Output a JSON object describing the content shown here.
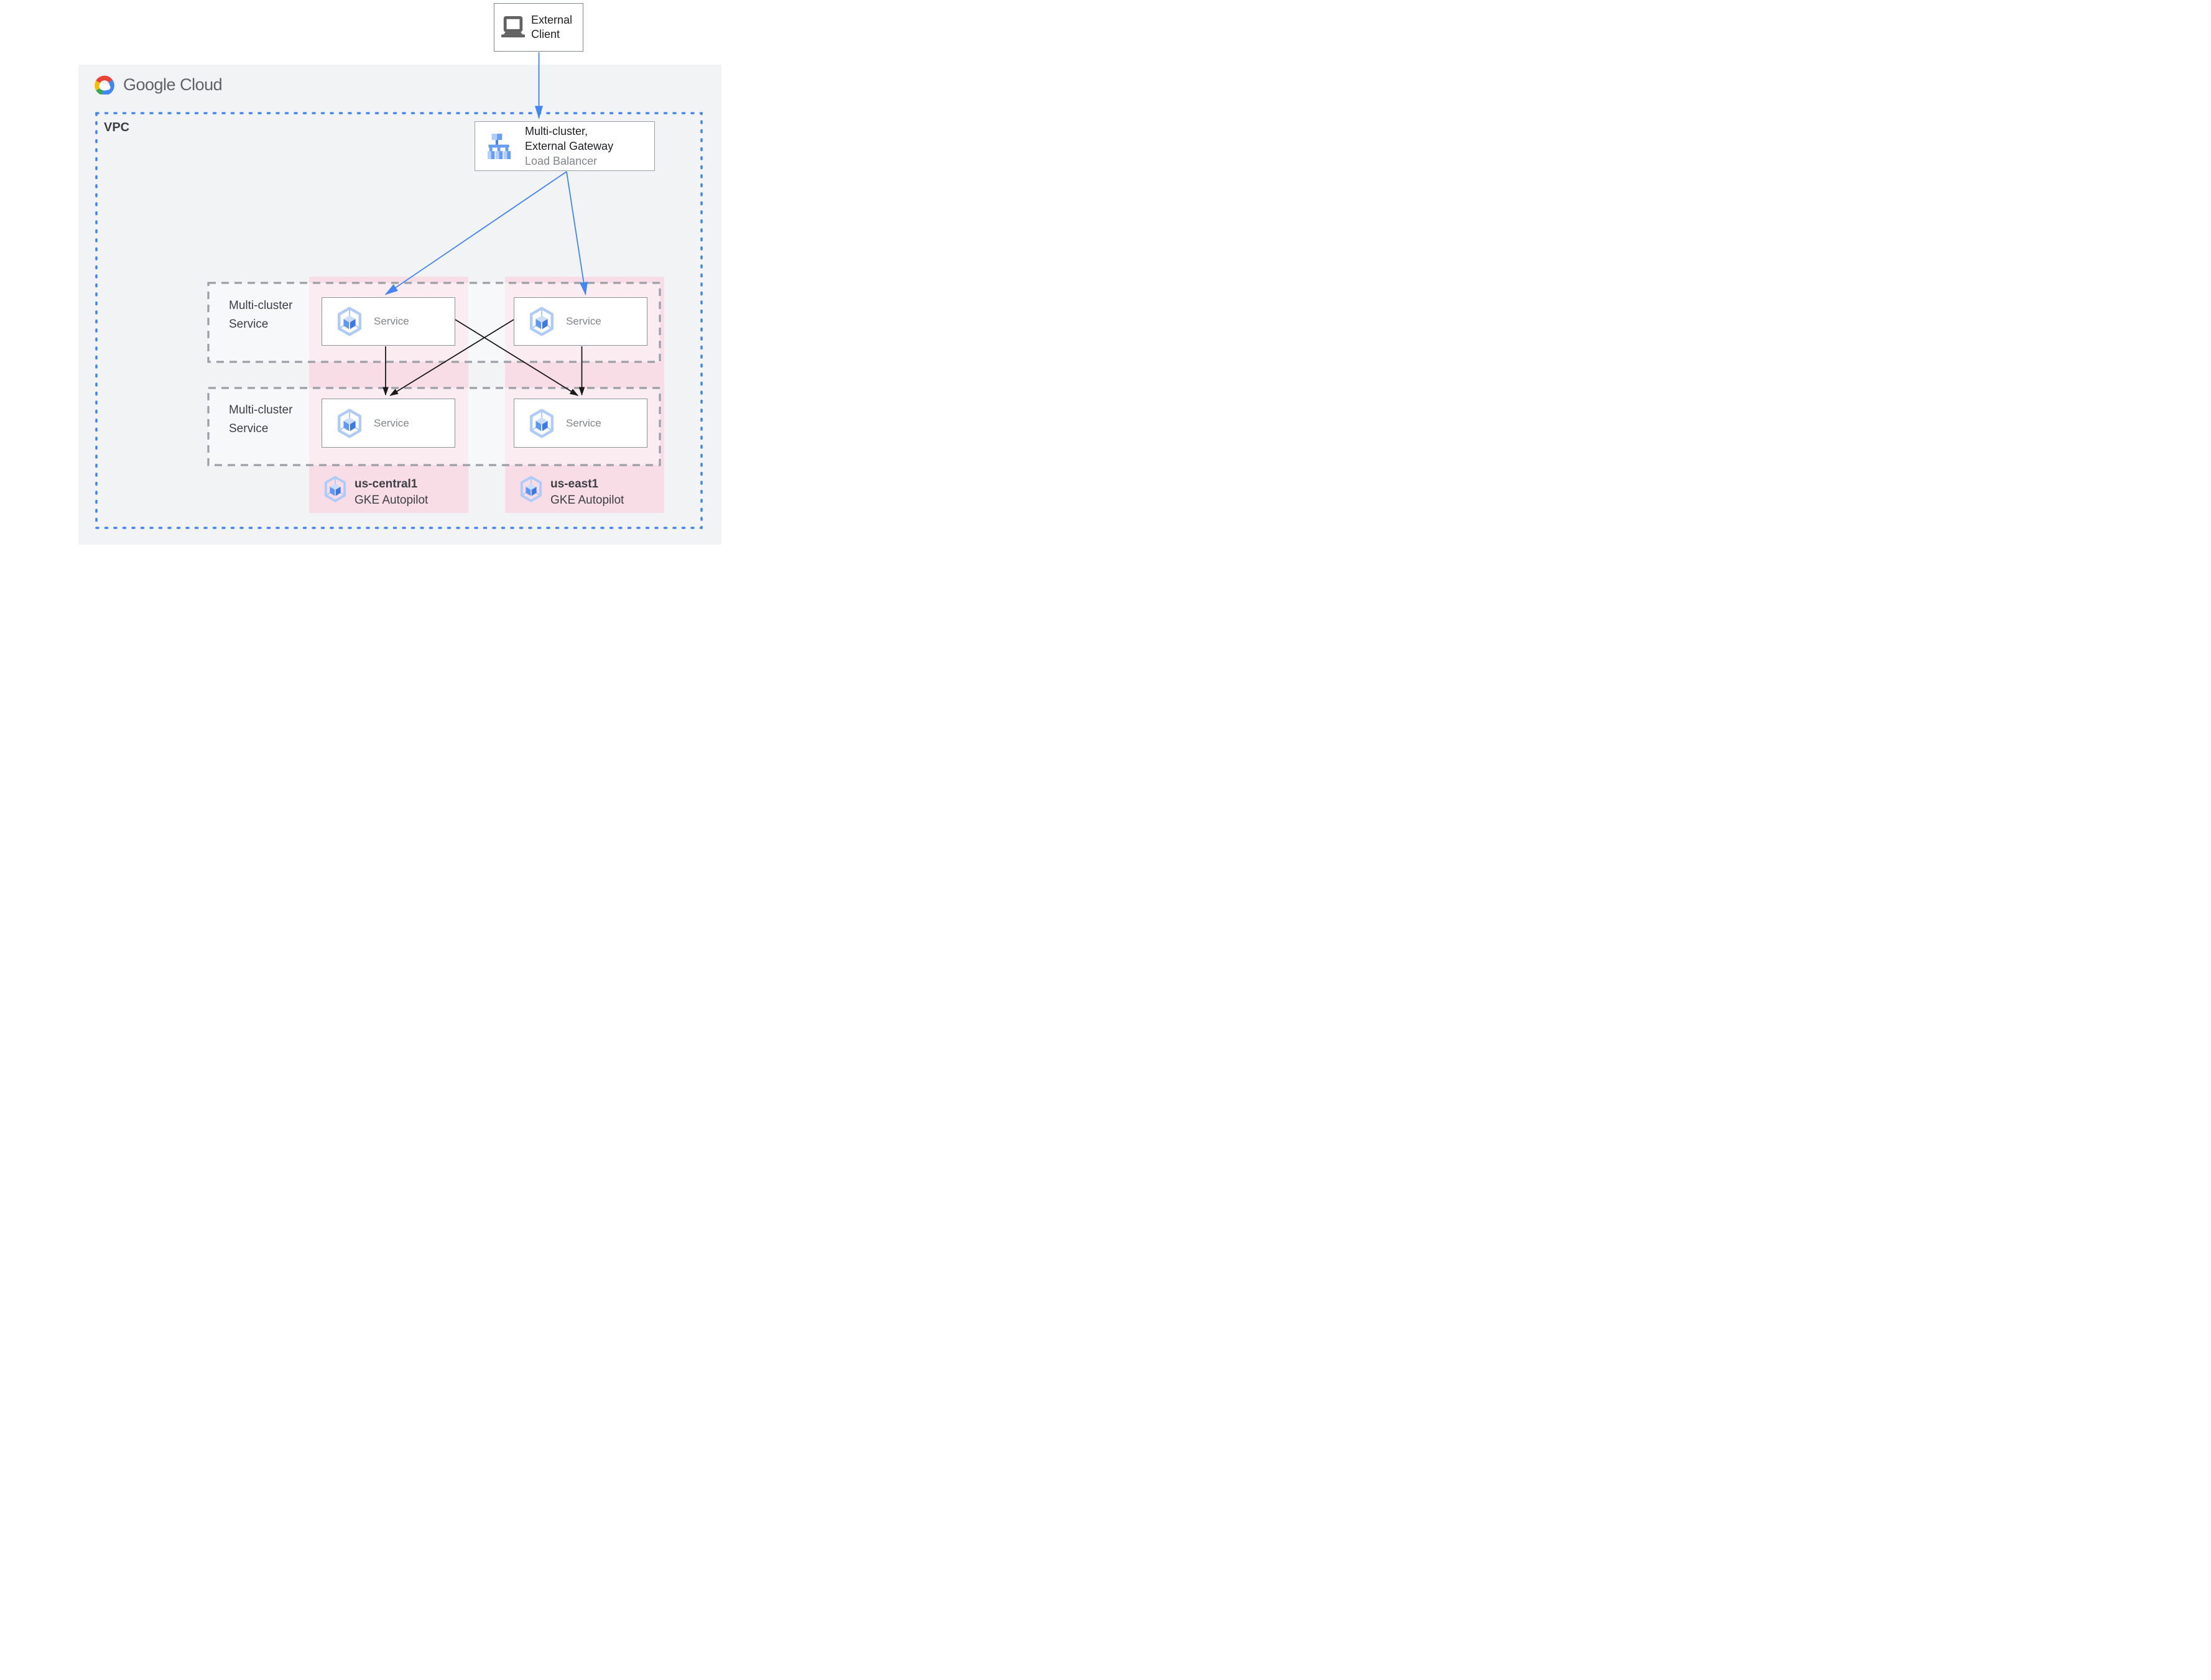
{
  "logo": {
    "text": "Google Cloud"
  },
  "external_client": {
    "label": "External Client"
  },
  "vpc": {
    "label": "VPC"
  },
  "gateway": {
    "title_line1": "Multi-cluster,",
    "title_line2": "External Gateway",
    "subtitle": "Load Balancer"
  },
  "rows": [
    {
      "label": "Multi-cluster Service"
    },
    {
      "label": "Multi-cluster Service"
    }
  ],
  "services": [
    {
      "label": "Service"
    },
    {
      "label": "Service"
    },
    {
      "label": "Service"
    },
    {
      "label": "Service"
    }
  ],
  "regions": [
    {
      "name": "us-central1",
      "platform": "GKE Autopilot"
    },
    {
      "name": "us-east1",
      "platform": "GKE Autopilot"
    }
  ],
  "icons": {
    "laptop-icon": "external client device",
    "load-balancer-icon": "multi-cluster external gateway load balancer",
    "gke-hexagon-icon": "kubernetes service / GKE cluster hexagon with cube",
    "google-cloud-logo": "multicolor google cloud logo"
  },
  "colors": {
    "container_gray": "#f1f3f4",
    "cluster_pink": "#f8dce6",
    "vpc_border_blue": "#4285f4",
    "arrow_blue": "#4285f4",
    "arrow_black": "#1a1a1a",
    "dashed_gray": "#9aa0a6",
    "text_dark": "#202124",
    "text_medium": "#3c4043",
    "text_gray": "#80868b",
    "logo_red": "#ea4335",
    "logo_yellow": "#fbbc04",
    "logo_green": "#34a853",
    "logo_blue": "#4285f4",
    "icon_blue_light": "#aecbfa",
    "icon_blue_medium": "#669df6",
    "icon_blue_dark": "#3b78e8"
  }
}
